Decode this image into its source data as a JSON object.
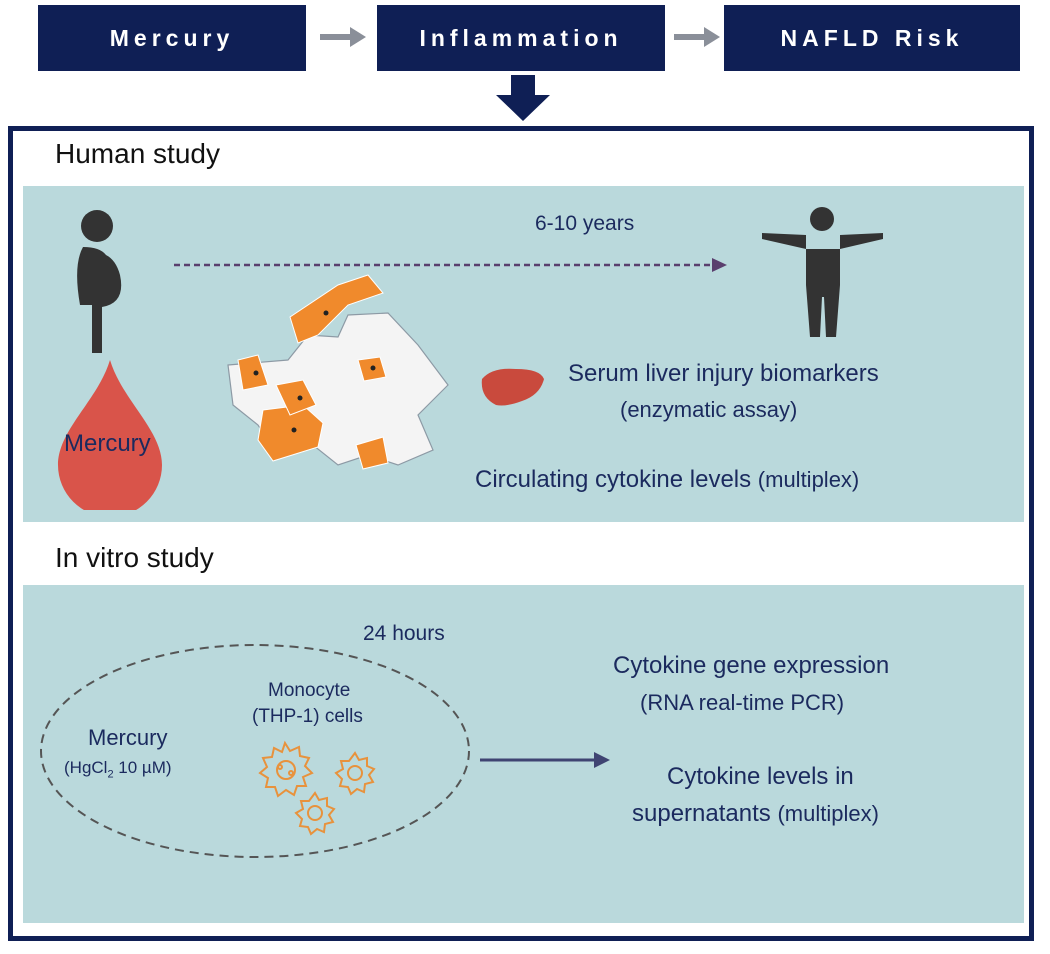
{
  "flow": {
    "step1": "Mercury",
    "step2": "Inflammation",
    "step3": "NAFLD Risk"
  },
  "human_study": {
    "title": "Human study",
    "duration": "6-10 years",
    "drop_label": "Mercury",
    "outcome1_main": "Serum liver injury biomarkers",
    "outcome1_sub": "(enzymatic assay)",
    "outcome2_main": "Circulating cytokine levels",
    "outcome2_sub": "(multiplex)"
  },
  "in_vitro_study": {
    "title": "In vitro study",
    "duration": "24 hours",
    "exposure_label": "Mercury",
    "exposure_prefix": "(HgCl",
    "exposure_subscript": "2",
    "exposure_suffix": " 10 µM)",
    "cells_line1": "Monocyte",
    "cells_line2": "(THP-1) cells",
    "outcome1_main": "Cytokine gene expression",
    "outcome1_sub": "(RNA real-time PCR)",
    "outcome2_line1": "Cytokine levels in",
    "outcome2_line2_main": "supernatants",
    "outcome2_line2_sub": "(multiplex)"
  },
  "colors": {
    "navy": "#0f1f55",
    "panel": "#bad9dc",
    "map_highlight": "#f08a2c",
    "blood_drop": "#d9544a",
    "cell_outline": "#e8923c"
  }
}
